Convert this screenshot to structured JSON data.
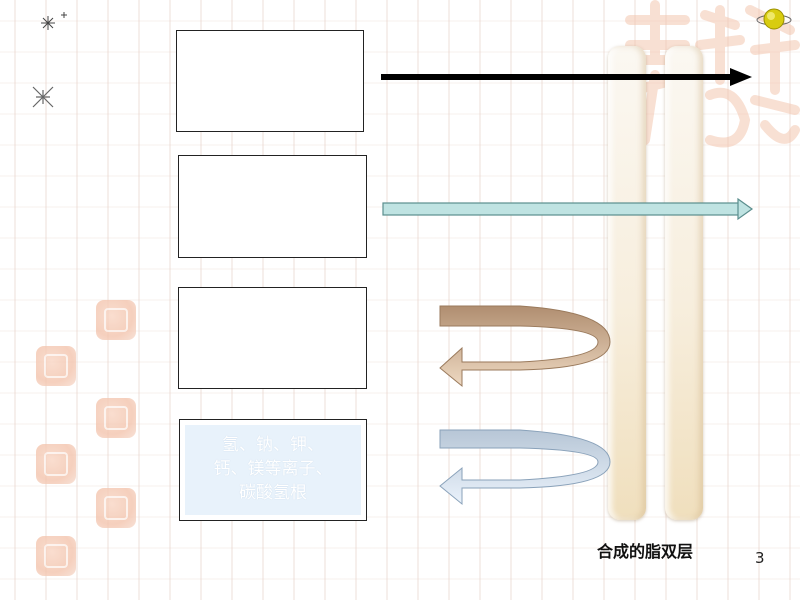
{
  "diagram": {
    "boxes": [
      {
        "text": ""
      },
      {
        "text": ""
      },
      {
        "text": ""
      },
      {
        "text_lines": [
          "氢、钠、钾、",
          "钙、镁等离子、",
          "碳酸氢根"
        ]
      }
    ],
    "membrane_caption": "合成的脂双层",
    "arrow_colors": {
      "arrow1": "#000000",
      "arrow2": "#b8e0e0",
      "arrow3": "#c9a88a",
      "arrow4": "#c8d8e8"
    }
  },
  "page_number": "3"
}
